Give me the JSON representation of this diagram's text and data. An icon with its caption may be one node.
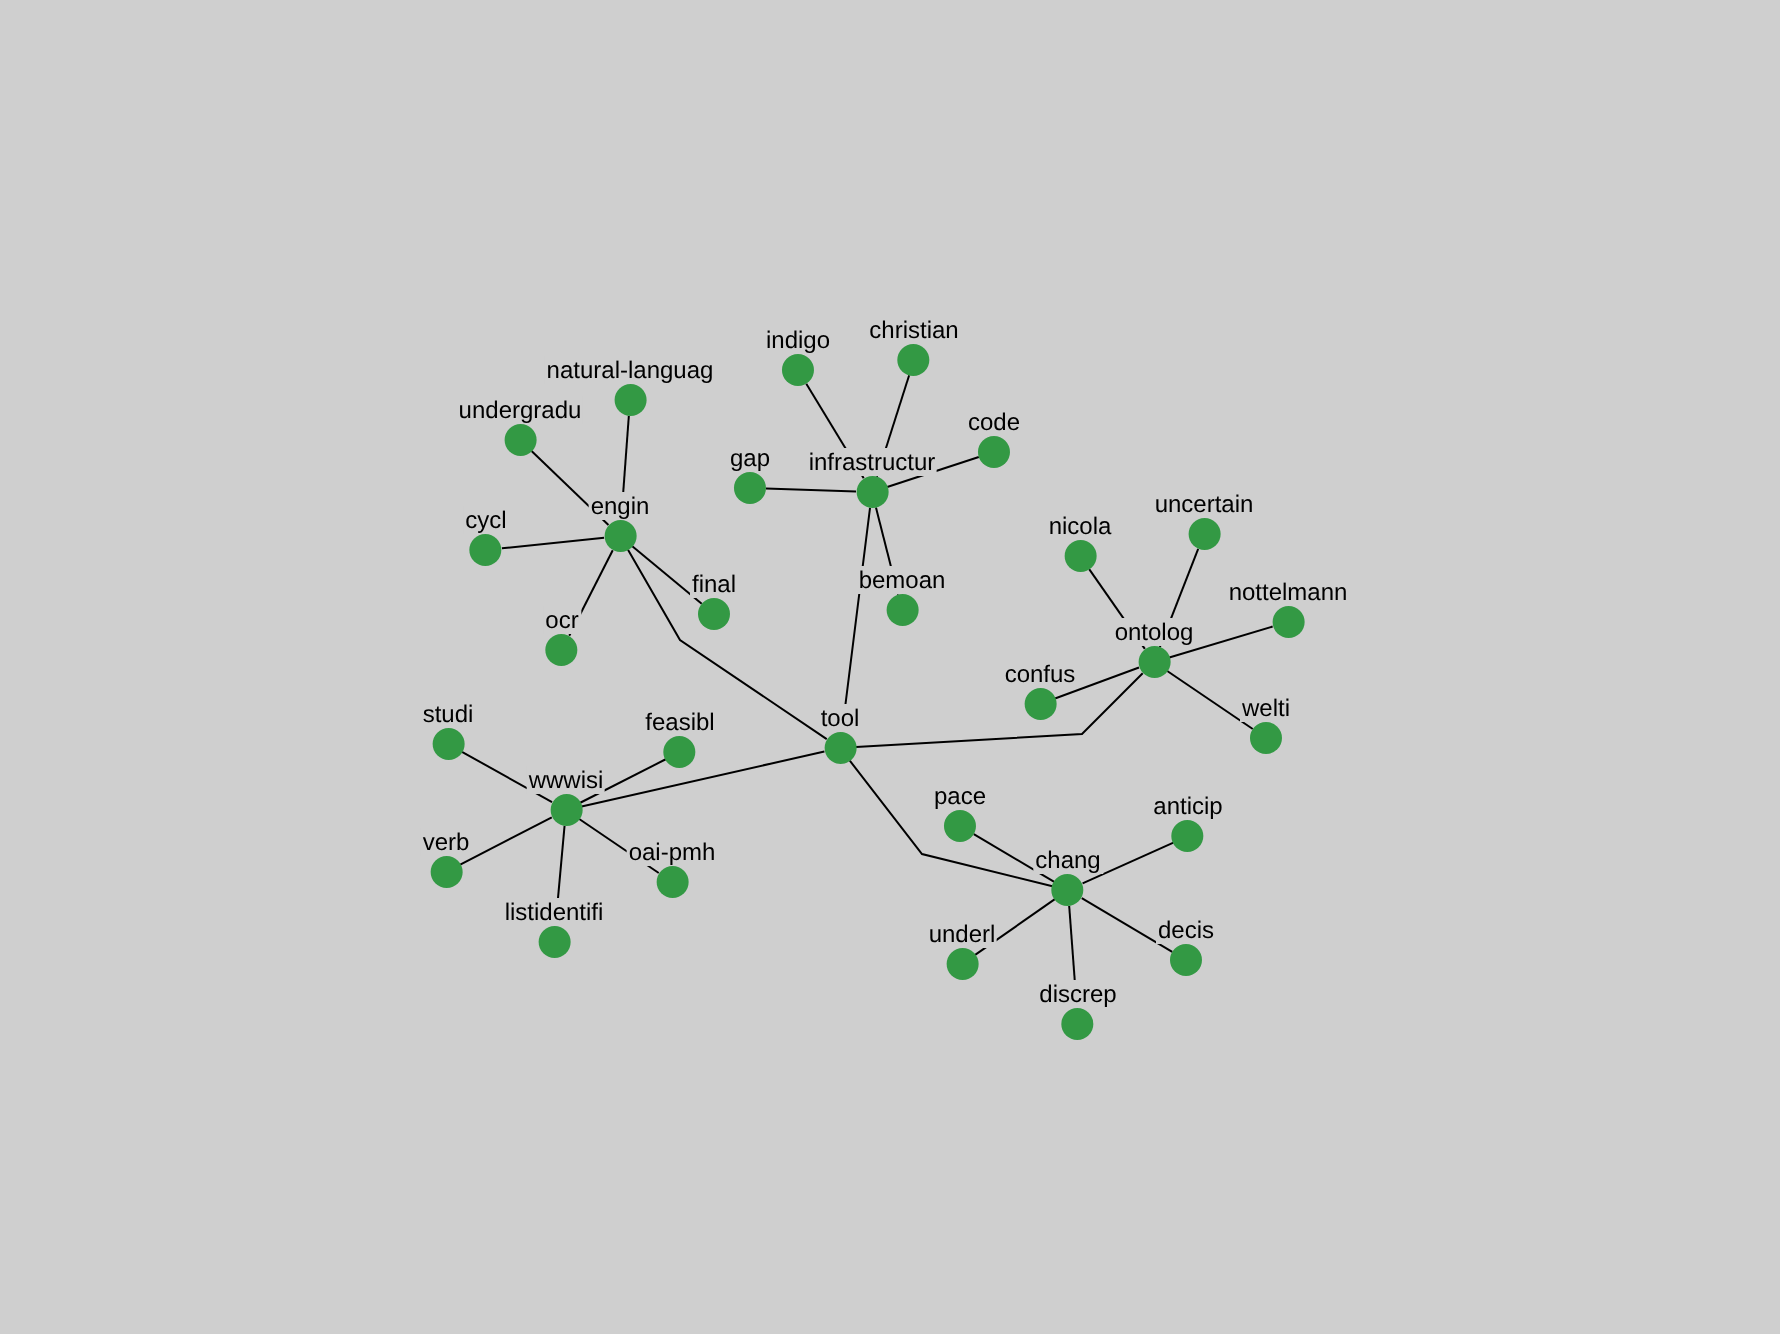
{
  "diagram": {
    "nodes": [
      {
        "text": [
          "indigo"
        ]
      },
      {
        "text": [
          "christian"
        ]
      },
      {
        "text": [
          "natural-languag"
        ]
      },
      {
        "text": [
          "undergradu"
        ]
      },
      {
        "text": [
          "code"
        ]
      },
      {
        "text": [
          "engin"
        ]
      },
      {
        "text": [
          "gap"
        ]
      },
      {
        "text": [
          "infrastructur"
        ]
      },
      {
        "text": [
          "cycl"
        ]
      },
      {
        "text": [
          "nicola"
        ]
      },
      {
        "text": [
          "uncertain"
        ]
      },
      {
        "text": [
          "final"
        ]
      },
      {
        "text": [
          "bemoan"
        ]
      },
      {
        "text": [
          "nottelmann"
        ]
      },
      {
        "text": [
          "ocr"
        ]
      },
      {
        "text": [
          "ontolog"
        ]
      },
      {
        "text": [
          "confus"
        ]
      },
      {
        "text": [
          "tool"
        ]
      },
      {
        "text": [
          "studi"
        ]
      },
      {
        "text": [
          "feasibl"
        ]
      },
      {
        "text": [
          "welti"
        ]
      },
      {
        "text": [
          "wwwisi"
        ]
      },
      {
        "text": [
          "pace"
        ]
      },
      {
        "text": [
          "anticip"
        ]
      },
      {
        "text": [
          "verb"
        ]
      },
      {
        "text": [
          "oai-pmh"
        ]
      },
      {
        "text": [
          "chang"
        ]
      },
      {
        "text": [
          "listidentifi"
        ]
      },
      {
        "text": [
          "underl"
        ]
      },
      {
        "text": [
          "decis"
        ]
      },
      {
        "text": [
          "discrep"
        ]
      }
    ],
    "edges": [
      {
        "from": 17,
        "to": 5,
        "arrow": "none"
      },
      {
        "from": 5,
        "to": 3,
        "arrow": "none"
      },
      {
        "from": 5,
        "to": 2,
        "arrow": "none"
      },
      {
        "from": 5,
        "to": 8,
        "arrow": "none"
      },
      {
        "from": 5,
        "to": 14,
        "arrow": "none"
      },
      {
        "from": 5,
        "to": 11,
        "arrow": "none"
      },
      {
        "from": 17,
        "to": 7,
        "arrow": "none"
      },
      {
        "from": 7,
        "to": 0,
        "arrow": "none"
      },
      {
        "from": 7,
        "to": 1,
        "arrow": "none"
      },
      {
        "from": 7,
        "to": 4,
        "arrow": "none"
      },
      {
        "from": 7,
        "to": 6,
        "arrow": "none"
      },
      {
        "from": 7,
        "to": 12,
        "arrow": "none"
      },
      {
        "from": 17,
        "to": 15,
        "arrow": "none"
      },
      {
        "from": 15,
        "to": 9,
        "arrow": "none"
      },
      {
        "from": 15,
        "to": 10,
        "arrow": "none"
      },
      {
        "from": 15,
        "to": 13,
        "arrow": "none"
      },
      {
        "from": 15,
        "to": 20,
        "arrow": "none"
      },
      {
        "from": 15,
        "to": 16,
        "arrow": "none"
      },
      {
        "from": 17,
        "to": 21,
        "arrow": "none"
      },
      {
        "from": 21,
        "to": 18,
        "arrow": "none"
      },
      {
        "from": 21,
        "to": 19,
        "arrow": "none"
      },
      {
        "from": 21,
        "to": 24,
        "arrow": "none"
      },
      {
        "from": 21,
        "to": 25,
        "arrow": "none"
      },
      {
        "from": 21,
        "to": 27,
        "arrow": "none"
      },
      {
        "from": 17,
        "to": 26,
        "arrow": "none"
      },
      {
        "from": 26,
        "to": 22,
        "arrow": "none"
      },
      {
        "from": 26,
        "to": 23,
        "arrow": "none"
      },
      {
        "from": 26,
        "to": 29,
        "arrow": "none"
      },
      {
        "from": 26,
        "to": 28,
        "arrow": "none"
      },
      {
        "from": 26,
        "to": 30,
        "arrow": "none"
      }
    ]
  }
}
